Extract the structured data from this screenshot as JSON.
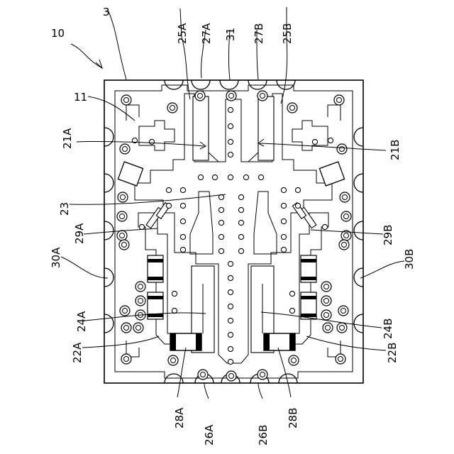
{
  "figure": {
    "labels": {
      "l10": "10",
      "l3": "3",
      "l11": "11",
      "l21A": "21A",
      "l21B": "21B",
      "l23": "23",
      "l29A": "29A",
      "l29B": "29B",
      "l30A": "30A",
      "l30B": "30B",
      "l24A": "24A",
      "l24B": "24B",
      "l22A": "22A",
      "l22B": "22B",
      "l25A": "25A",
      "l27A": "27A",
      "l31": "31",
      "l27B": "27B",
      "l25B": "25B",
      "l28A": "28A",
      "l26A": "26A",
      "l26B": "26B",
      "l28B": "28B"
    }
  }
}
